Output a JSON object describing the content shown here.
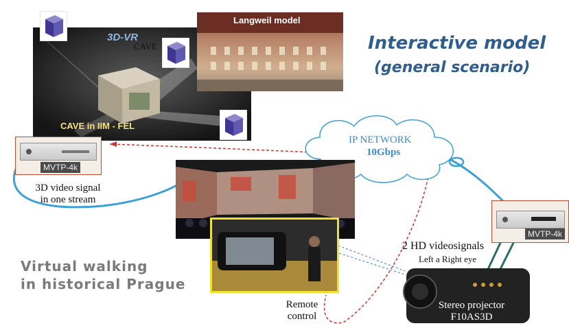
{
  "title": {
    "line1": "Interactive model",
    "line2": "(general scenario)"
  },
  "cave": {
    "label_3dvr": "3D-VR",
    "label_cave": "CAVE",
    "label_iim": "CAVE in IIM - FEL"
  },
  "langweil": {
    "label": "Langweil model"
  },
  "network": {
    "label": "IP NETWORK",
    "speed": "10Gbps"
  },
  "devices": {
    "left_label": "MVTP-4k",
    "right_label": "MVTP-4k"
  },
  "signal": {
    "line1": "3D video signal",
    "line2": "in one stream"
  },
  "hd": {
    "line1": "2 HD videosignals",
    "line2": "Left a Right eye"
  },
  "projector": {
    "line1": "Stereo projector",
    "line2": "F10AS3D"
  },
  "remote": {
    "line1": "Remote",
    "line2": "control"
  },
  "walking": {
    "line1": "Virtual walking",
    "line2": "in historical Prague"
  },
  "colors": {
    "title": "#2f5d8c",
    "cable": "#3aa0d8",
    "dashed": "#d03030",
    "walking_text": "#7a7a7a"
  }
}
